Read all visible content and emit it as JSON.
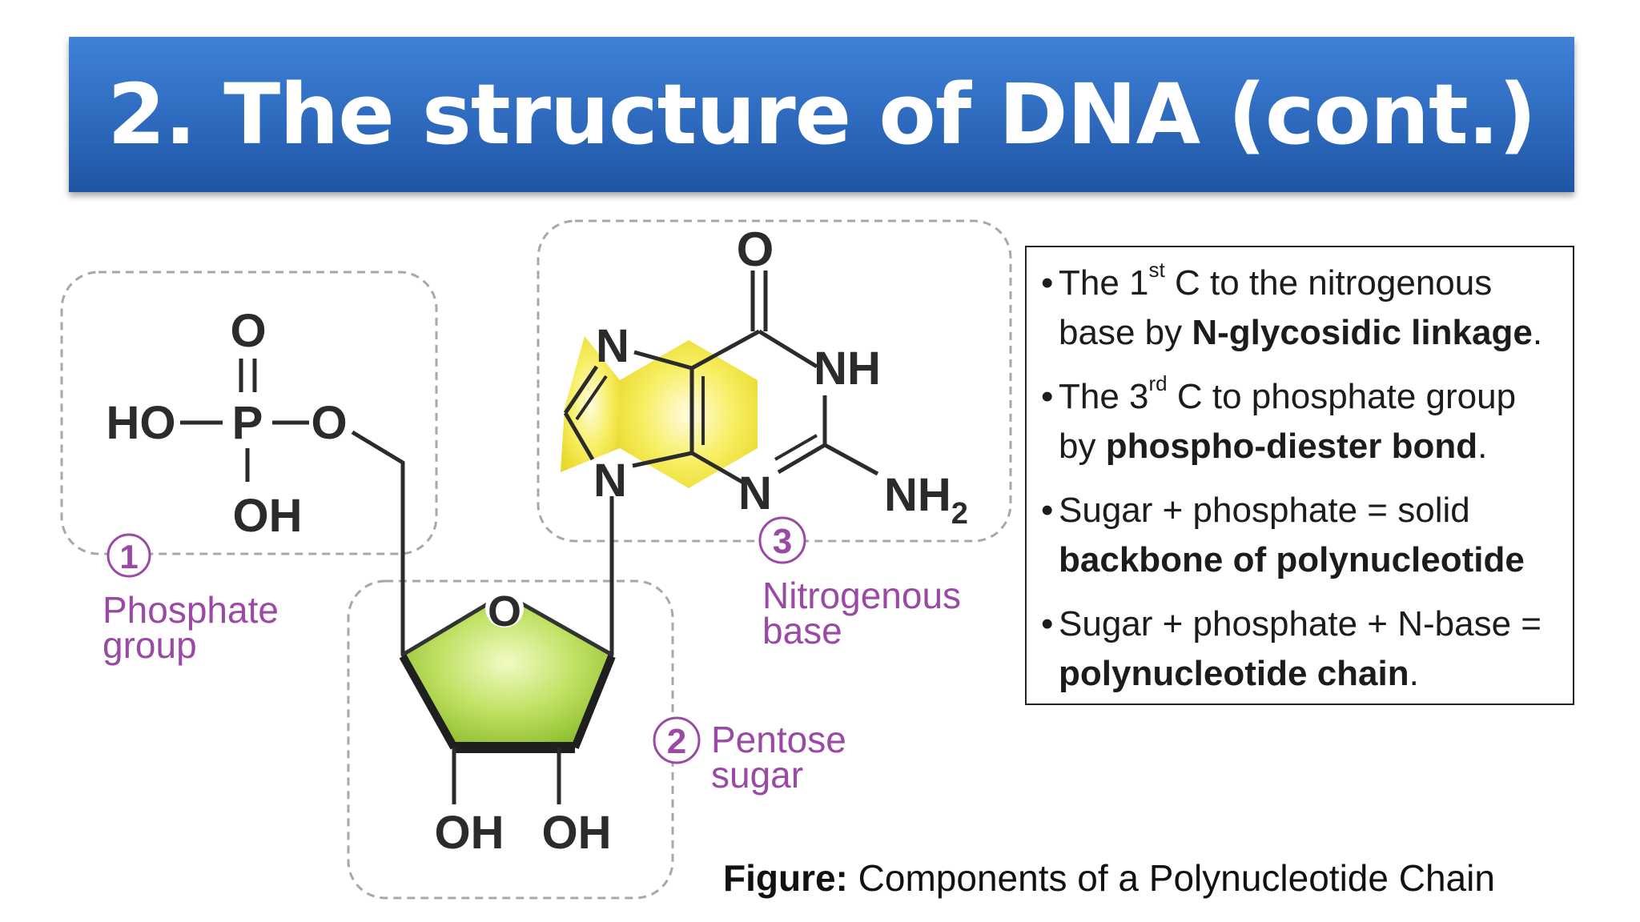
{
  "slide": {
    "title": "2. The structure of DNA (cont.)"
  },
  "diagram": {
    "phosphate": {
      "number": "1",
      "label_line1": "Phosphate",
      "label_line2": "group",
      "top_o": "O",
      "ho": "HO",
      "p": "P",
      "link_o": "O",
      "oh": "OH"
    },
    "sugar": {
      "number": "2",
      "label_line1": "Pentose",
      "label_line2": "sugar",
      "ring_o": "O",
      "oh_left": "OH",
      "oh_right": "OH"
    },
    "base": {
      "number": "3",
      "label_line1": "Nitrogenous",
      "label_line2": "base",
      "carbonyl_o": "O",
      "n7": "N",
      "n9": "N",
      "nh": "NH",
      "n3": "N",
      "nh2": "NH",
      "nh2_sub": "2"
    }
  },
  "info": {
    "b1_pre": "The 1",
    "b1_sup": "st",
    "b1_mid": " C to the nitrogenous base by ",
    "b1_bold": "N-glycosidic linkage",
    "b1_end": ".",
    "b2_pre": "The 3",
    "b2_sup": "rd",
    "b2_mid": " C to phosphate group by ",
    "b2_bold": "phospho-diester bond",
    "b2_end": ".",
    "b3_pre": "Sugar + phosphate = solid ",
    "b3_bold": "backbone of polynucleotide",
    "b4_pre": "Sugar + phosphate + N-base = ",
    "b4_bold": "polynucleotide chain",
    "b4_end": "."
  },
  "caption": {
    "label": "Figure:",
    "text": " Components of a Polynucleotide Chain"
  },
  "colors": {
    "banner": "#2f6cc0",
    "sugar_fill": "#a9d34a",
    "base_fill": "#f2e94a",
    "accent_purple": "#9a4aa5"
  }
}
